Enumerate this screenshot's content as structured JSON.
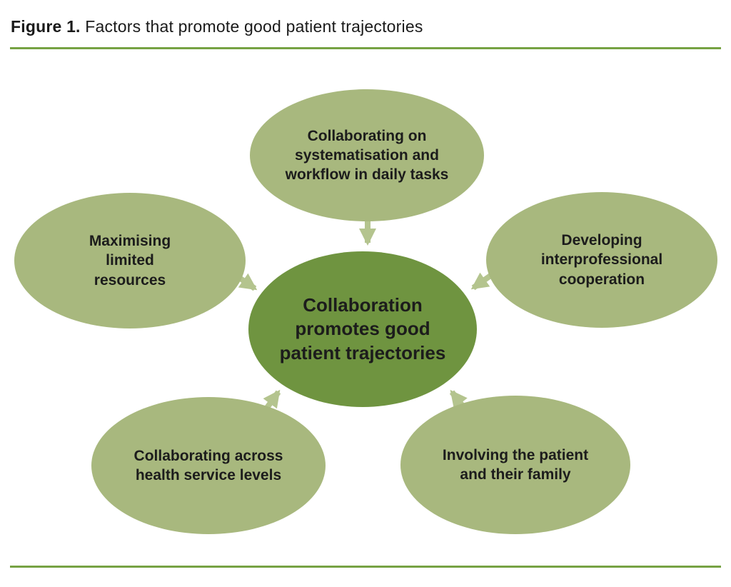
{
  "figure": {
    "label": "Figure 1.",
    "title_rest": " Factors that promote good patient trajectories"
  },
  "diagram": {
    "center": {
      "text": "Collaboration\npromotes good\npatient trajectories"
    },
    "nodes": [
      {
        "id": "top",
        "text": "Collaborating on\nsystematisation and\nworkflow in daily tasks"
      },
      {
        "id": "left",
        "text": "Maximising\nlimited\nresources"
      },
      {
        "id": "right",
        "text": "Developing\ninterprofessional\ncooperation"
      },
      {
        "id": "bottom-left",
        "text": "Collaborating across\nhealth service levels"
      },
      {
        "id": "bottom-right",
        "text": "Involving the patient\nand their family"
      }
    ],
    "colors": {
      "center_fill": "#6f9440",
      "node_fill": "#a8b87e",
      "arrow": "#b4c48e",
      "rule": "#76a243",
      "text": "#1c1c1c"
    }
  }
}
